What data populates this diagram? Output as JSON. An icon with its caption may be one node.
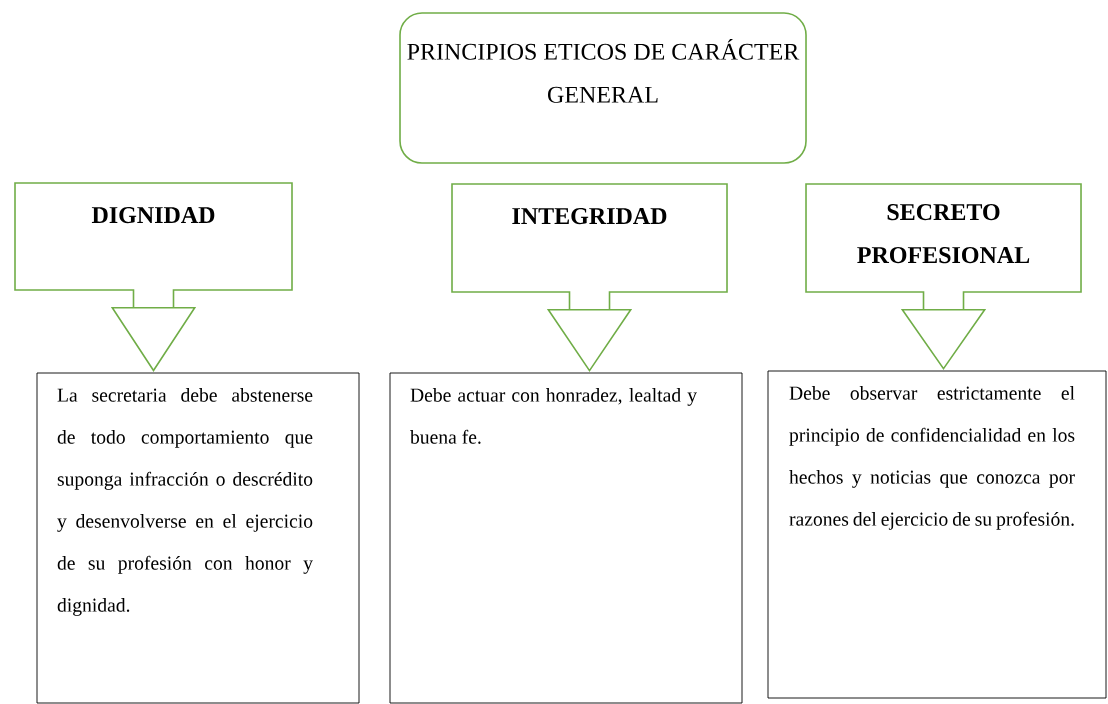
{
  "diagram": {
    "nodes": [
      {
        "text": [
          "PRINCIPIOS ETICOS DE CARÁCTER GENERAL"
        ]
      },
      {
        "text": [
          "DIGNIDAD"
        ]
      },
      {
        "text": [
          "INTEGRIDAD"
        ]
      },
      {
        "text": [
          "SECRETO PROFESIONAL"
        ]
      },
      {
        "text": [
          "La secretaria debe abstenerse de todo comportamiento que suponga infracción o descrédito y desenvolverse en el ejercicio de su profesión con honor y dignidad."
        ]
      },
      {
        "text": [
          "Debe actuar con honradez, lealtad y buena fe."
        ]
      },
      {
        "text": [
          "Debe observar estrictamente el principio de confidencialidad en los hechos y noticias que conozca por razones del ejercicio de su profesión."
        ]
      }
    ],
    "edges": [
      {
        "from": 1,
        "to": 4,
        "arrow": "to"
      },
      {
        "from": 2,
        "to": 5,
        "arrow": "to"
      },
      {
        "from": 3,
        "to": 6,
        "arrow": "to"
      }
    ]
  }
}
